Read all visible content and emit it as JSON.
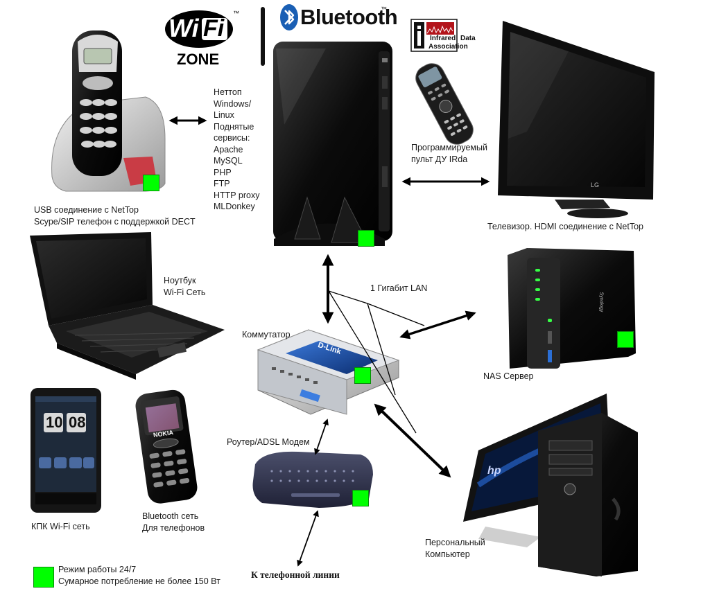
{
  "logos": {
    "wifi_top": "Wi",
    "wifi_fi": "Fi",
    "wifi_zone": "ZONE",
    "wifi_tm": "™",
    "bluetooth": "Bluetooth",
    "bluetooth_tm": "™",
    "irda_line1": "Infrared",
    "irda_line2": "Data",
    "irda_line3": "Association"
  },
  "labels": {
    "nettop": [
      "Неттоп",
      "Windows/",
      "Linux",
      "Поднятые",
      "сервисы:",
      "Apache",
      "MySQL",
      "PHP",
      "FTP",
      "HTTP proxy",
      "MLDonkey"
    ],
    "phone": [
      "USB соединение с NetTop",
      "Scype/SIP телефон с поддержкой DECT"
    ],
    "remote": [
      "Программируемый",
      "пульт ДУ IRda"
    ],
    "tv": "Телевизор. HDMI соединение с NetTop",
    "laptop": [
      "Ноутбук",
      "Wi-Fi Сеть"
    ],
    "lan": "1 Гигабит LAN",
    "switch": "Коммутатор",
    "nas": "NAS Сервер",
    "router": "Роутер/ADSL Модем",
    "pda": "КПК Wi-Fi сеть",
    "bt_net": [
      "Bluetooth сеть",
      "Для телефонов"
    ],
    "pc": [
      "Персональный",
      "Компьютер"
    ],
    "legend": [
      "Режим работы 24/7",
      "Сумарное потребление не более 150 Вт"
    ],
    "phone_line": "К телефонной линии"
  },
  "device_text": {
    "pda_time_h": "10",
    "pda_time_m": "08",
    "nokia": "NOKIA",
    "dlink": "D-Link",
    "lg": "LG",
    "synology": "Synology",
    "hp": "hp"
  },
  "colors": {
    "status_green": "#00ff00",
    "arrow": "#000000",
    "bluetooth_blue": "#1a5fb4"
  }
}
